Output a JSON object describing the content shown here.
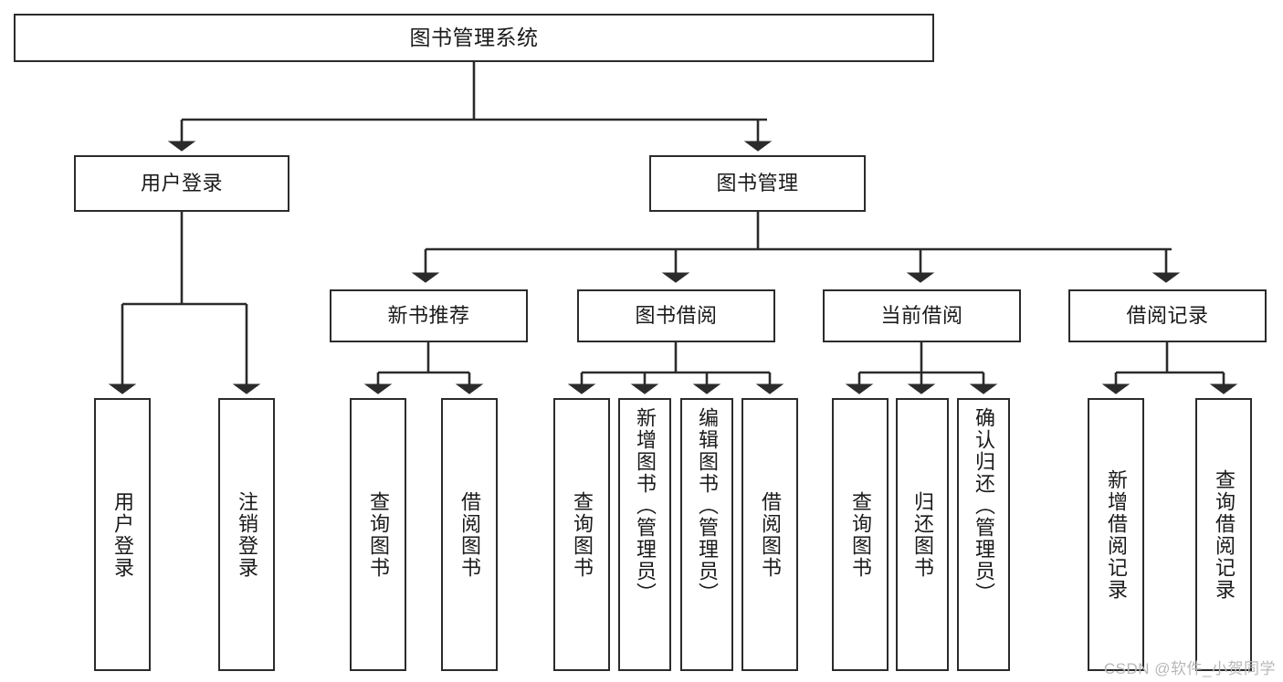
{
  "diagram": {
    "title": "图书管理系统",
    "root": {
      "label": "图书管理系统"
    },
    "level1": [
      {
        "label": "用户登录"
      },
      {
        "label": "图书管理"
      }
    ],
    "level2": [
      {
        "label": "新书推荐"
      },
      {
        "label": "图书借阅"
      },
      {
        "label": "当前借阅"
      },
      {
        "label": "借阅记录"
      }
    ],
    "leaves": {
      "user_login": [
        {
          "label": "用户登录"
        },
        {
          "label": "注销登录"
        }
      ],
      "new_book_recommend": [
        {
          "label": "查询图书"
        },
        {
          "label": "借阅图书"
        }
      ],
      "book_borrow": [
        {
          "label": "查询图书"
        },
        {
          "label": "新增图书（管理员）"
        },
        {
          "label": "编辑图书（管理员）"
        },
        {
          "label": "借阅图书"
        }
      ],
      "current_borrow": [
        {
          "label": "查询图书"
        },
        {
          "label": "归还图书"
        },
        {
          "label": "确认归还（管理员）"
        }
      ],
      "borrow_record": [
        {
          "label": "新增借阅记录"
        },
        {
          "label": "查询借阅记录"
        }
      ]
    }
  },
  "watermark": {
    "text": "CSDN @软件_小贺同学"
  },
  "colors": {
    "stroke": "#2b2b2b",
    "fill": "#ffffff",
    "text": "#1a1a1a",
    "watermark": "#b8b8b8"
  }
}
